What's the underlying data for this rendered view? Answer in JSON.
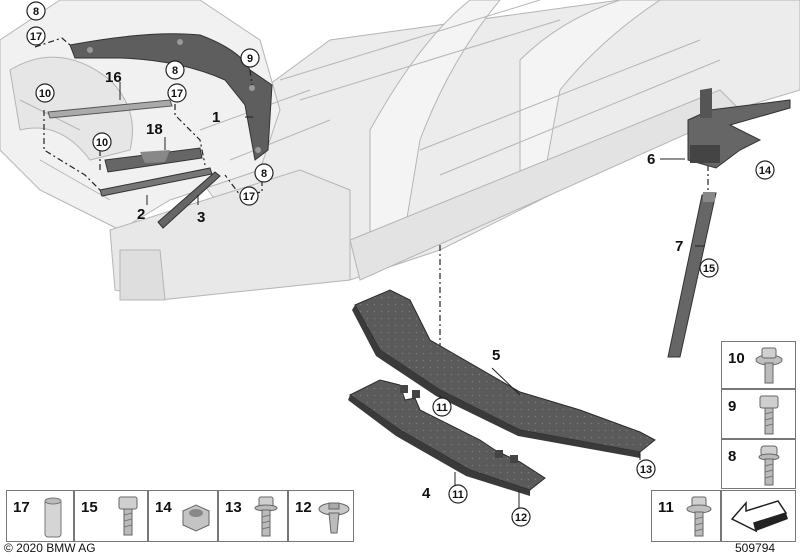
{
  "callouts": {
    "p1": "1",
    "p2": "2",
    "p3": "3",
    "p4": "4",
    "p5": "5",
    "p6": "6",
    "p7": "7",
    "p8a": "8",
    "p8b": "8",
    "p8c": "8",
    "p9": "9",
    "p10a": "10",
    "p10b": "10",
    "p11a": "11",
    "p11b": "11",
    "p12": "12",
    "p13": "13",
    "p14": "14",
    "p15": "15",
    "p16": "16",
    "p17a": "17",
    "p17b": "17",
    "p17c": "17",
    "p18": "18"
  },
  "fastener_strip": [
    {
      "num": "17",
      "icon": "sleeve-icon"
    },
    {
      "num": "15",
      "icon": "hex-bolt-icon"
    },
    {
      "num": "14",
      "icon": "hex-nut-icon"
    },
    {
      "num": "13",
      "icon": "flange-bolt-icon"
    },
    {
      "num": "12",
      "icon": "push-clip-icon"
    }
  ],
  "fastener_column": [
    {
      "num": "10",
      "icon": "washer-bolt-icon"
    },
    {
      "num": "9",
      "icon": "hex-bolt-icon"
    },
    {
      "num": "8",
      "icon": "torx-bolt-icon"
    },
    {
      "num": "11",
      "icon": "combi-bolt-icon"
    }
  ],
  "footer": {
    "copyright": "© 2020 BMW AG",
    "doc_number": "509794"
  },
  "colors": {
    "body_line": "#b8b8b8",
    "part_fill": "#555555",
    "part_dark": "#3a3a3a",
    "frame": "#777777"
  }
}
